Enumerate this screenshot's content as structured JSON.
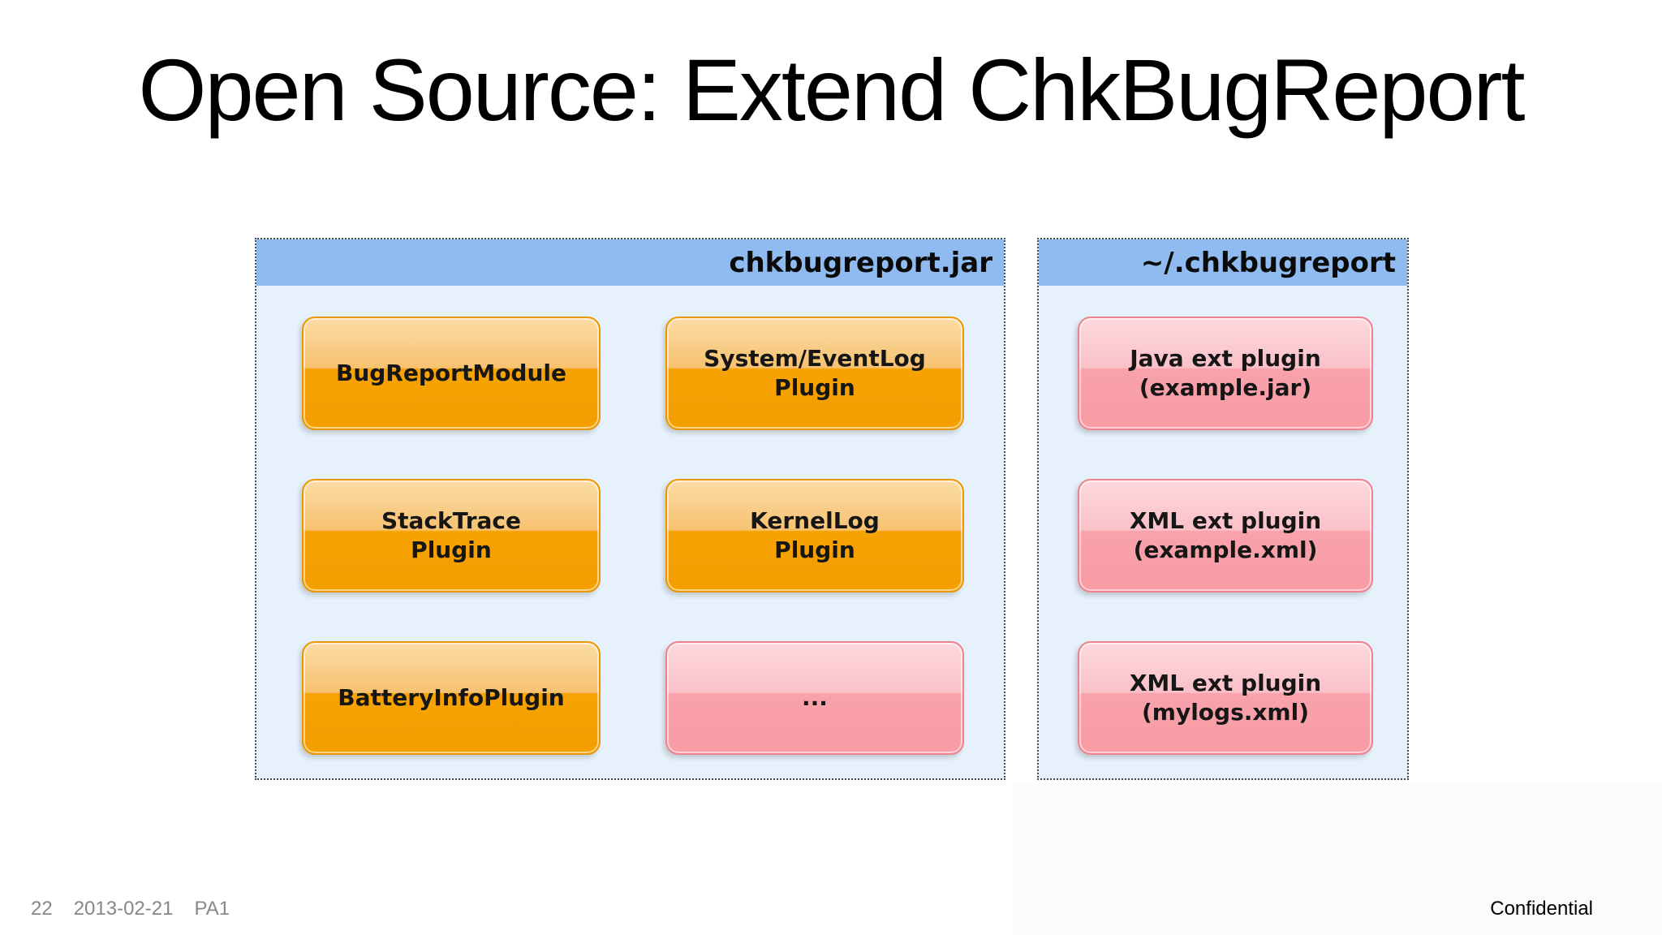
{
  "slide": {
    "title": "Open Source: Extend ChkBugReport",
    "footer": {
      "page_number": "22",
      "date": "2013-02-21",
      "revision": "PA1",
      "classification": "Confidential"
    }
  },
  "diagram": {
    "jar_container": {
      "title": "chkbugreport.jar",
      "boxes": [
        {
          "label": "BugReportModule",
          "style": "orange"
        },
        {
          "label": "System/EventLog\nPlugin",
          "style": "orange"
        },
        {
          "label": "StackTrace\nPlugin",
          "style": "orange"
        },
        {
          "label": "KernelLog\nPlugin",
          "style": "orange"
        },
        {
          "label": "BatteryInfoPlugin",
          "style": "orange"
        },
        {
          "label": "...",
          "style": "pink"
        }
      ]
    },
    "ext_container": {
      "title": "~/.chkbugreport",
      "boxes": [
        {
          "label": "Java ext plugin\n(example.jar)",
          "style": "pink"
        },
        {
          "label": "XML ext plugin\n(example.xml)",
          "style": "pink"
        },
        {
          "label": "XML ext plugin\n(mylogs.xml)",
          "style": "pink"
        }
      ]
    },
    "colors": {
      "header_blue": "#90bbf0",
      "container_body_blue": "#e6f1fb",
      "dotted_border": "#4a4a4a",
      "orange_box_top": "#fbdca6",
      "orange_box_bottom": "#f49e00",
      "orange_box_border": "#ed9700",
      "pink_box_top": "#fcd9de",
      "pink_box_bottom": "#f89ca5",
      "pink_box_border": "#f1808e"
    }
  }
}
